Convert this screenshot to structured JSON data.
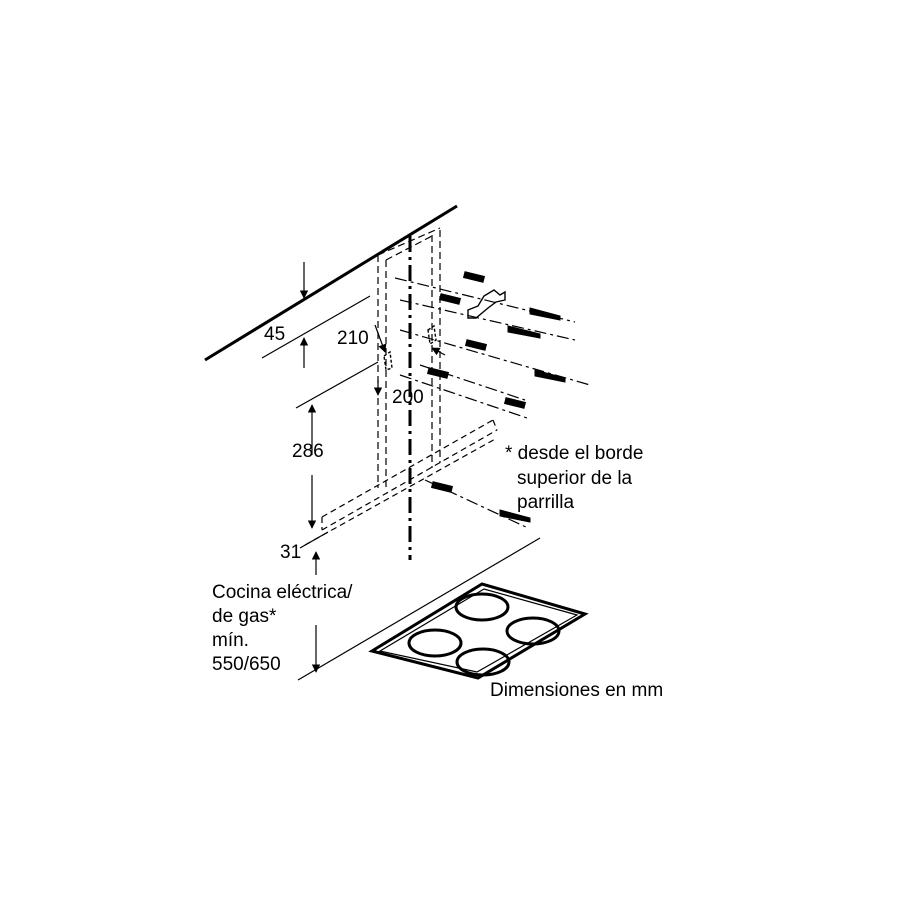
{
  "dimensions": {
    "d45": "45",
    "d210": "210",
    "d200": "200",
    "d286": "286",
    "d31": "31"
  },
  "note": {
    "line1": "* desde el borde",
    "line2": "superior de la",
    "line3": "parrilla"
  },
  "cooktop": {
    "line1": "Cocina eléctrica/",
    "line2": "de gas*",
    "line3": "mín.",
    "line4": "550/650"
  },
  "units_caption": "Dimensiones en mm",
  "colors": {
    "ink": "#000000",
    "background": "#ffffff"
  }
}
